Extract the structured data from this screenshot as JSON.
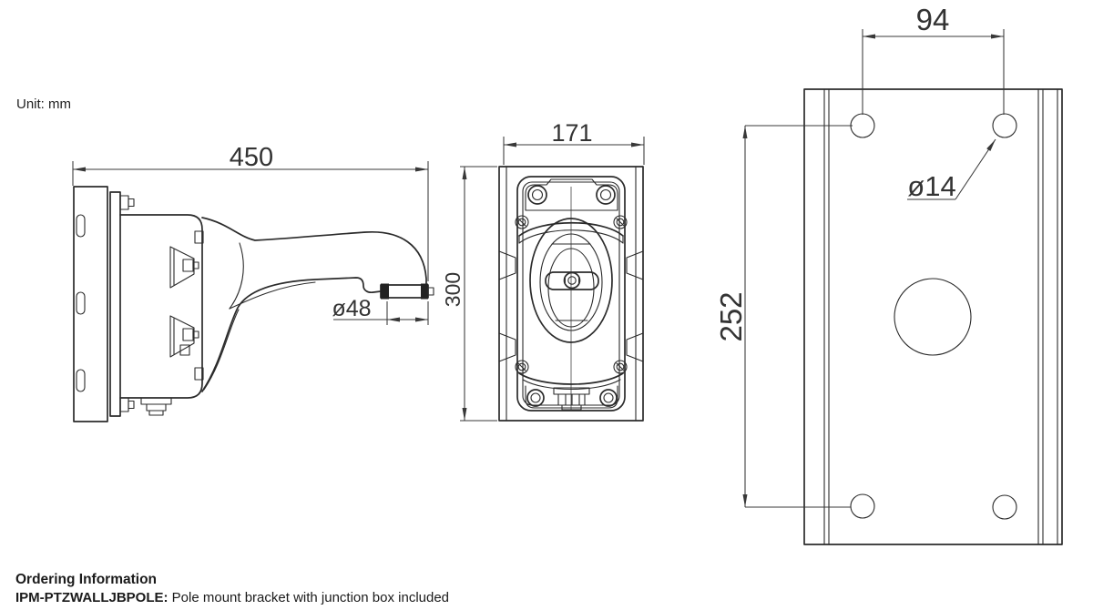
{
  "unit_label": "Unit: mm",
  "views": {
    "side_view": {
      "dimensions": {
        "overall_length": "450",
        "tube_diameter": "ø48"
      }
    },
    "front_view": {
      "dimensions": {
        "width": "171",
        "height": "300"
      }
    },
    "back_plate_view": {
      "dimensions": {
        "hole_spacing_horizontal": "94",
        "hole_spacing_vertical": "252",
        "hole_diameter": "ø14"
      }
    }
  },
  "ordering": {
    "heading": "Ordering Information",
    "model": "IPM-PTZWALLJBPOLE:",
    "description": "Pole mount bracket with junction box included"
  },
  "colors": {
    "line": "#2b2b2b",
    "dimension": "#383838",
    "text": "#1b1b1b",
    "background": "#ffffff"
  }
}
